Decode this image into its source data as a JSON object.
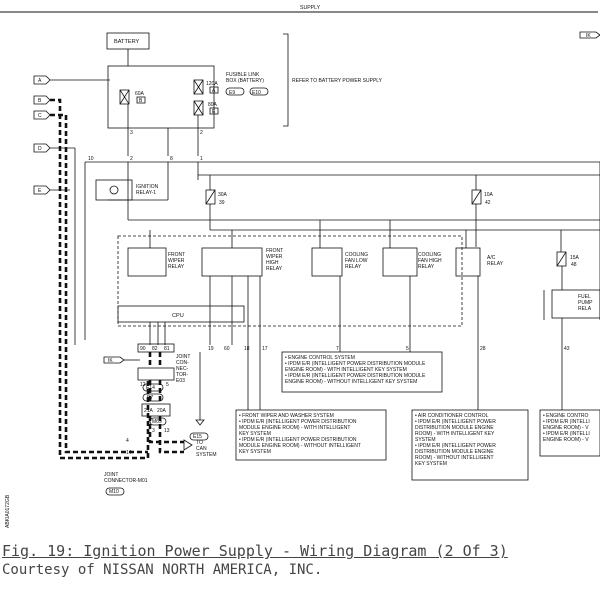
{
  "diagram": {
    "top_note": "SUPPLY",
    "battery": "BATTERY",
    "fusible_link": {
      "title_lines": [
        "FUSIBLE LINK",
        "BOX (BATTERY)"
      ],
      "connectors": [
        "E9",
        "E10"
      ],
      "fuses": [
        {
          "amp": "60A",
          "letter": "B"
        },
        {
          "amp": "120A",
          "letter": "A"
        },
        {
          "amp": "80A",
          "letter": "E"
        }
      ],
      "refer": "REFER TO BATTERY POWER SUPPLY"
    },
    "left_connectors": [
      "A",
      "B",
      "C",
      "D",
      "E"
    ],
    "wire_numbers": [
      "3",
      "2",
      "10",
      "2",
      "8",
      "1"
    ],
    "ignition_relay": [
      "IGNITION",
      "RELAY-1"
    ],
    "fuses": [
      {
        "amp": "30A",
        "num": "39"
      },
      {
        "amp": "10A",
        "num": "42"
      },
      {
        "amp": "15A",
        "num": "48"
      }
    ],
    "relays": [
      {
        "lines": [
          "FRONT",
          "WIPER",
          "RELAY"
        ]
      },
      {
        "lines": [
          "FRONT",
          "WIPER",
          "HIGH",
          "RELAY"
        ]
      },
      {
        "lines": [
          "COOLING",
          "FAN LOW",
          "RELAY"
        ]
      },
      {
        "lines": [
          "COOLING",
          "FAN HIGH",
          "RELAY"
        ]
      },
      {
        "lines": [
          "A/C",
          "RELAY"
        ]
      },
      {
        "lines": [
          "FUEL",
          "PUMP",
          "RELA"
        ]
      }
    ],
    "cpu": "CPU",
    "pins": [
      "90",
      "82",
      "81",
      "19",
      "60",
      "18",
      "17",
      "7",
      "5",
      "28",
      "43"
    ],
    "ik_label": "IK",
    "ik_top": "IK",
    "joint_connector": {
      "lines": [
        "JOINT",
        "CON-",
        "NEC-",
        "TOR-",
        "E03"
      ],
      "codes": [
        "E14",
        "E7",
        "M69"
      ],
      "pins": [
        "12",
        "5",
        "21A",
        "20A",
        "3",
        "13",
        "4",
        "14"
      ]
    },
    "joint_m01": {
      "lines": [
        "JOINT",
        "CONNECTOR-M01"
      ],
      "code": "M10"
    },
    "to_can": [
      "TO",
      "CAN",
      "SYSTEM"
    ],
    "e15": "E15",
    "note_engine": [
      "• ENGINE CONTROL SYSTEM",
      "• IPDM E/R (INTELLIGENT POWER DISTRIBUTION MODULE",
      "  ENGINE ROOM) - WITH INTELLIGENT KEY SYSTEM",
      "• IPDM E/R (INTELLIGENT POWER DISTRIBUTION MODULE",
      "  ENGINE ROOM) - WITHOUT INTELLIGENT KEY SYSTEM"
    ],
    "note_wiper": [
      "• FRONT WIPER AND WASHER SYSTEM",
      "• IPDM E/R (INTELLIGENT POWER DISTRIBUTION",
      "  MODULE ENGINE ROOM) - WITH INTELLIGENT",
      "  KEY SYSTEM",
      "• IPDM E/R (INTELLIGENT POWER DISTRIBUTION",
      "  MODULE ENGINE ROOM) - WITHOUT INTELLIGENT",
      "  KEY SYSTEM"
    ],
    "note_ac": [
      "• AIR CONDITIONER CONTROL",
      "• IPDM E/R (INTELLIGENT POWER",
      "  DISTRIBUTION MODULE ENGINE",
      "  ROOM) - WITH INTELLIGENT KEY",
      "  SYSTEM",
      "• IPDM E/R (INTELLIGENT POWER",
      "  DISTRIBUTION MODULE ENGINE",
      "  ROOM) - WITHOUT INTELLIGENT",
      "  KEY SYSTEM"
    ],
    "note_engine_right": [
      "• ENGINE CONTRO",
      "• IPDM E/R (INTELLI",
      "  ENGINE ROOM) - V",
      "• IPDM E/R (INTELLI",
      "  ENGINE ROOM) - V"
    ],
    "side_code": "ABKIA0172GB"
  },
  "caption": {
    "figure_title": "Fig. 19: Ignition Power Supply - Wiring Diagram (2 Of 3)",
    "credit": "Courtesy of NISSAN NORTH AMERICA, INC."
  }
}
